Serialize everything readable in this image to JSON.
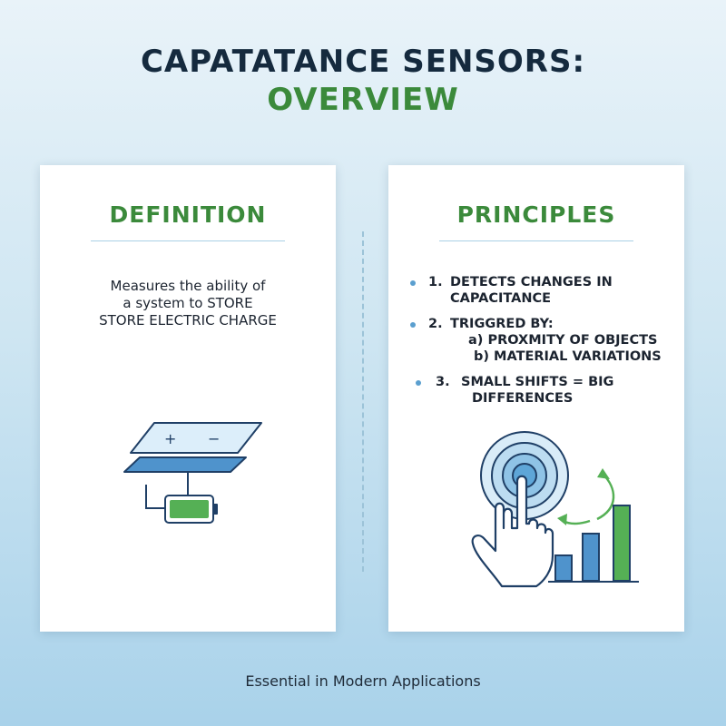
{
  "header": {
    "title_line1": "CAPATATANCE SENSORS:",
    "title_line2": "OVERVIEW"
  },
  "definition_card": {
    "heading": "DEFINITION",
    "text_lines": [
      "Measures the ability of",
      "a system to STORE",
      "STORE ELECTRIC CHARGE"
    ],
    "plate_plus": "+",
    "plate_minus": "−"
  },
  "principles_card": {
    "heading": "PRINCIPLES",
    "items": [
      {
        "number": "1.",
        "lines": [
          "DETECTS CHANGES IN",
          "CAPACITANCE"
        ]
      },
      {
        "number": "2.",
        "lines": [
          "TRIGGRED BY:"
        ],
        "subitems": [
          "a) PROXMITY OF OBJECTS",
          "b) MATERIAL VARIATIONS"
        ]
      },
      {
        "number": "3.",
        "lines": [
          "SMALL SHIFTS = BIG",
          "DIFFERENCES"
        ]
      }
    ]
  },
  "footer": {
    "text": "Essential in Modern Applications"
  },
  "colors": {
    "title_dark": "#152a3e",
    "accent_green": "#3b8a3b",
    "accent_blue": "#3d86c6",
    "background": "#cfe6f2"
  },
  "icons": [
    "capacitor-icon",
    "battery-icon",
    "touch-target-icon",
    "hand-pointer-icon",
    "cycle-arrow-icon",
    "bar-chart-icon"
  ]
}
